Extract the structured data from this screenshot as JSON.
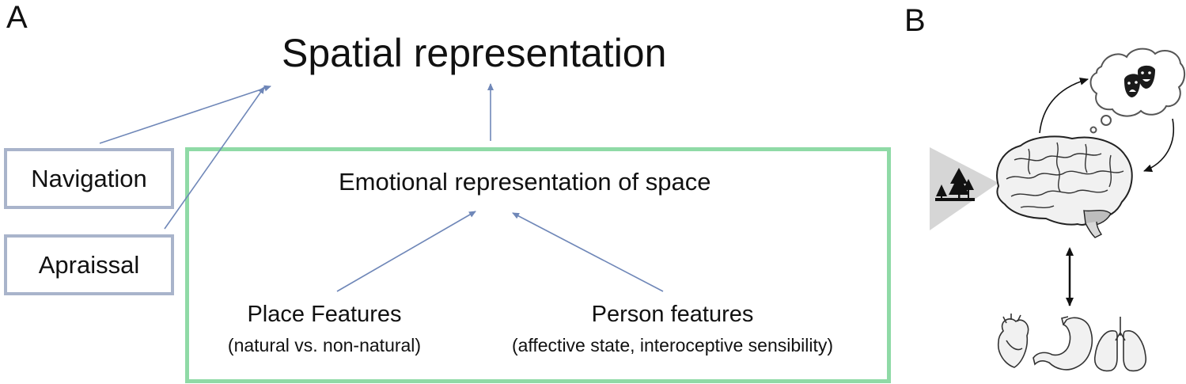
{
  "panels": {
    "a": "A",
    "b": "B"
  },
  "title": "Spatial representation",
  "side_boxes": {
    "navigation": "Navigation",
    "appraisal": "Apraissal"
  },
  "emotional_box": {
    "title": "Emotional representation of space",
    "place": {
      "title": "Place Features",
      "subtitle": "(natural vs. non-natural)"
    },
    "person": {
      "title": "Person features",
      "subtitle": "(affective state, interoceptive sensibility)"
    }
  },
  "colors": {
    "arrow": "#6f87b8",
    "box_border": "#a9b4cb",
    "emotional_border": "#8fdaa6"
  },
  "icons": {
    "trees": "trees-icon",
    "brain": "brain-icon",
    "thought_bubble": "thought-bubble-icon",
    "theater_masks": "theater-masks-icon",
    "heart": "heart-icon",
    "stomach": "stomach-icon",
    "lungs": "lungs-icon"
  }
}
